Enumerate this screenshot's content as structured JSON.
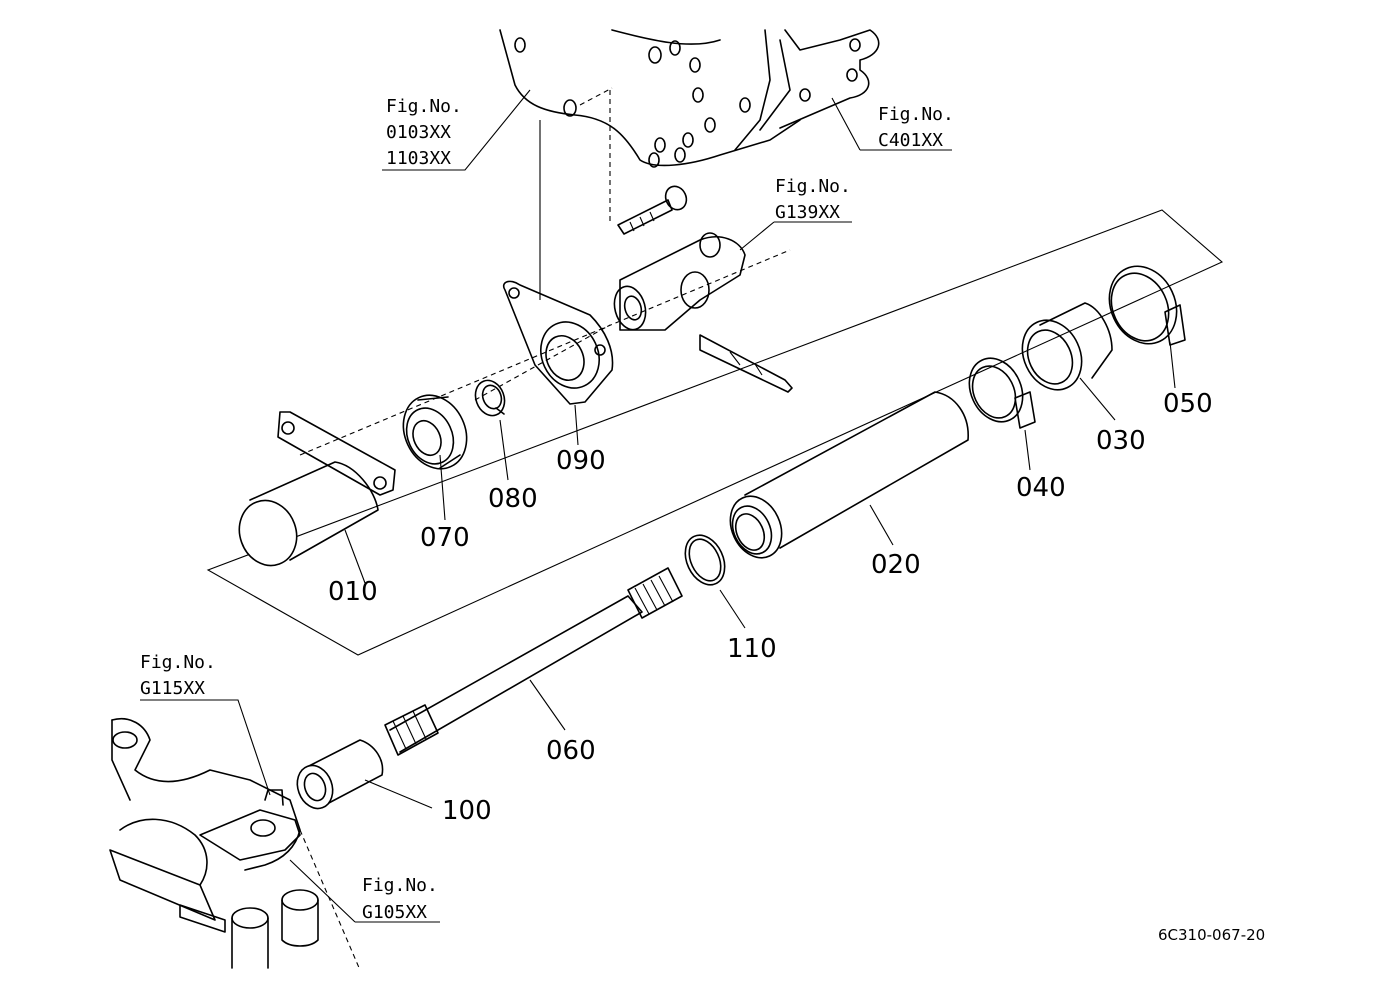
{
  "drawing_code": "6C310-067-20",
  "part_labels": {
    "p010": "010",
    "p020": "020",
    "p030": "030",
    "p040": "040",
    "p050": "050",
    "p060": "060",
    "p070": "070",
    "p080": "080",
    "p090": "090",
    "p100": "100",
    "p110": "110"
  },
  "figure_refs": {
    "ref_0103": {
      "line1": "Fig.No.",
      "line2": "0103XX",
      "line3": "1103XX"
    },
    "ref_c401": {
      "line1": "Fig.No.",
      "line2": "C401XX"
    },
    "ref_g139": {
      "line1": "Fig.No.",
      "line2": "G139XX"
    },
    "ref_g115": {
      "line1": "Fig.No.",
      "line2": "G115XX"
    },
    "ref_g105": {
      "line1": "Fig.No.",
      "line2": "G105XX"
    }
  }
}
